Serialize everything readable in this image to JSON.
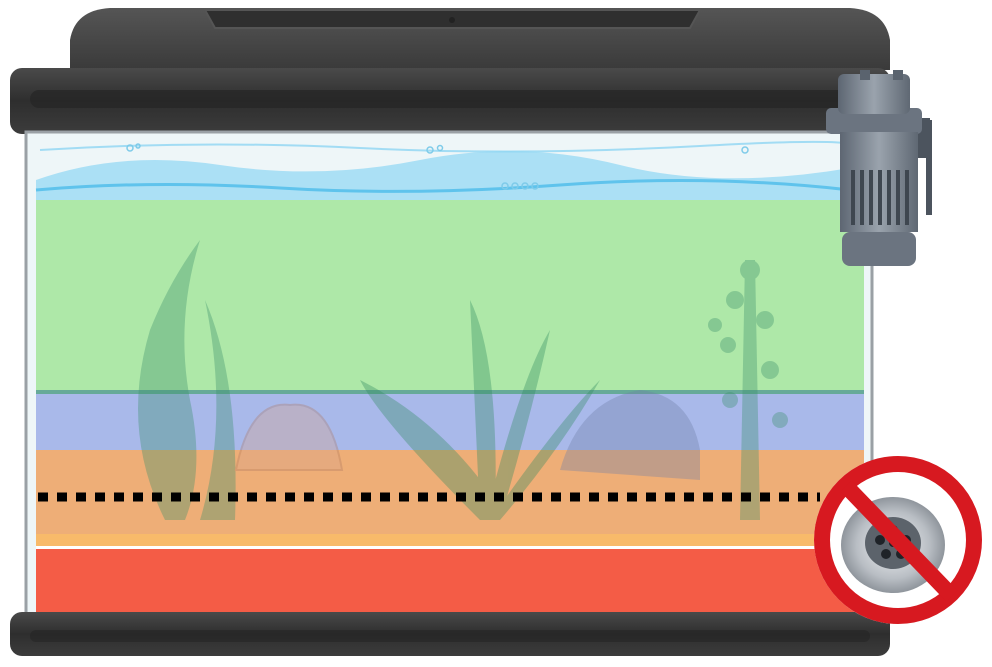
{
  "illustration": {
    "subject": "aquarium-zones",
    "layers": [
      {
        "name": "water-surface",
        "color": "#8fd6f2"
      },
      {
        "name": "green-zone",
        "color": "#aee8a8"
      },
      {
        "name": "blue-zone",
        "color": "#a9b9ea"
      },
      {
        "name": "orange-zone",
        "color": "#f1b077"
      },
      {
        "name": "red-zone",
        "color": "#f25a45"
      }
    ],
    "markers": [
      {
        "name": "dotted-line",
        "style": "dotted",
        "color": "#000000"
      }
    ],
    "icons": [
      "filter-icon",
      "no-drain-icon",
      "plant-icon",
      "shell-icon",
      "rock-icon"
    ],
    "colors": {
      "frame": "#3a3a3a",
      "prohibition": "#d71920",
      "drain": "#c0c4c8"
    }
  }
}
